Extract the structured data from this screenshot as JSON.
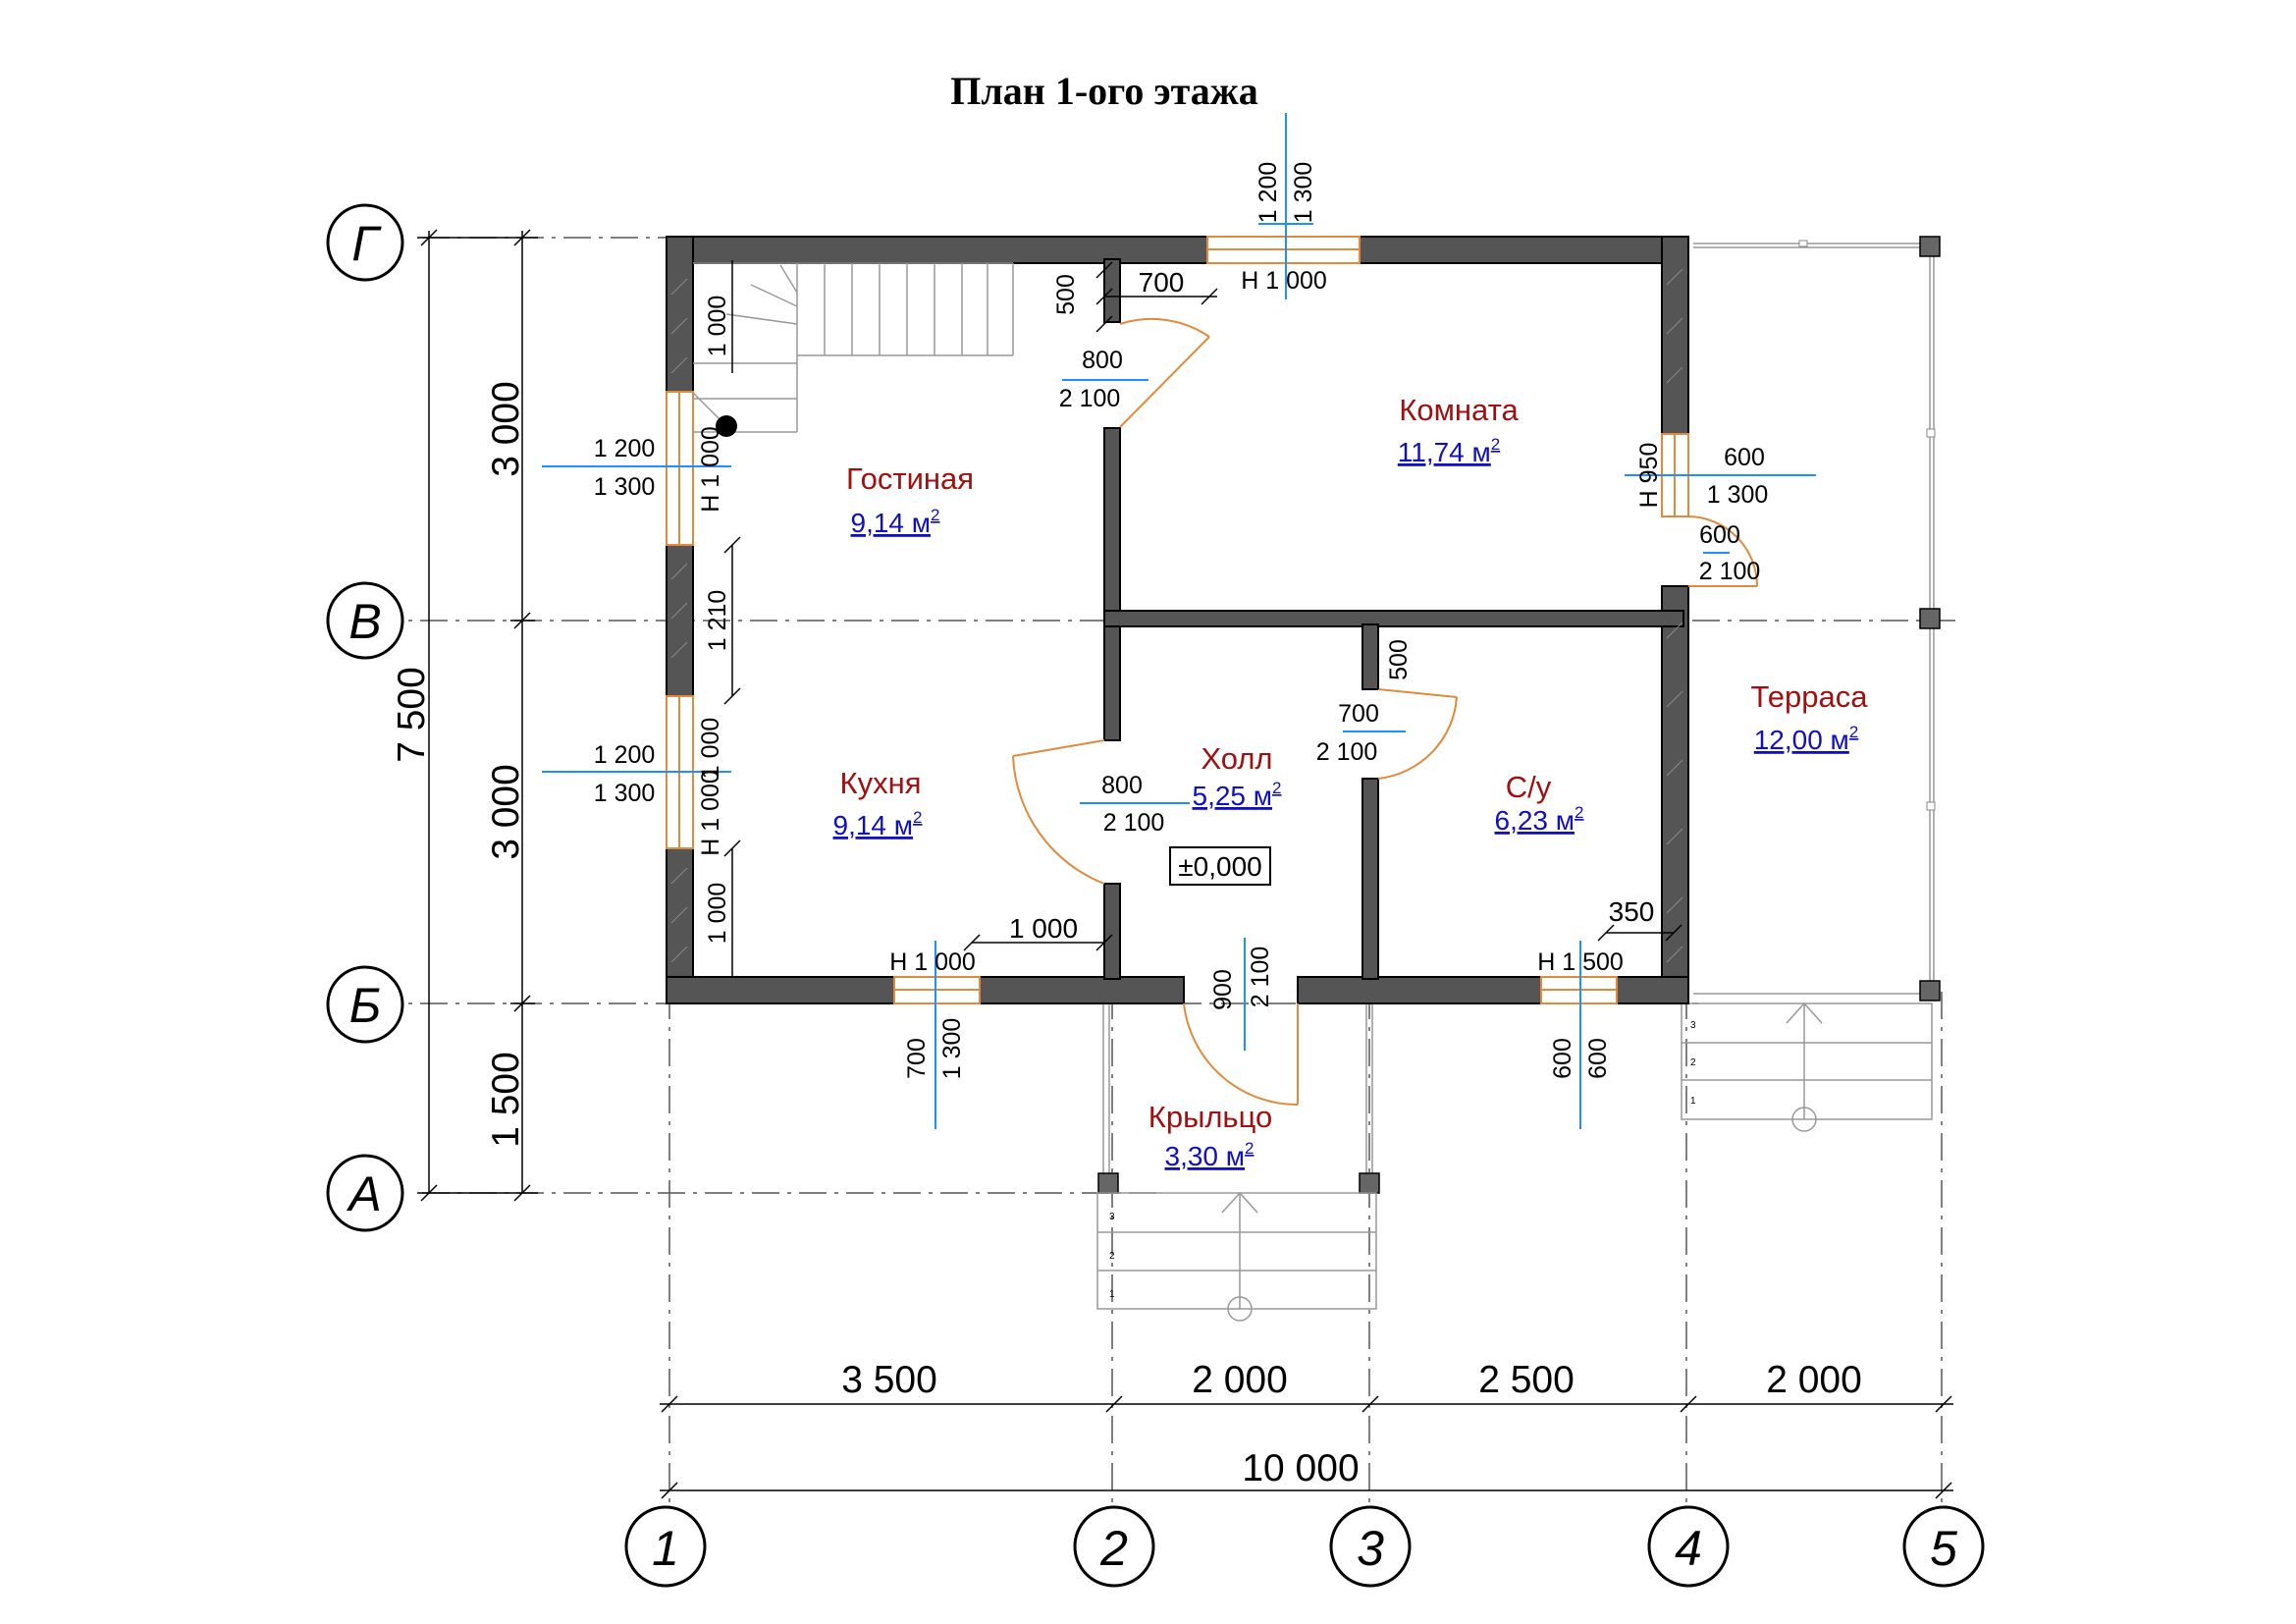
{
  "title": "План 1-ого этажа",
  "axes": {
    "rows": [
      "Г",
      "В",
      "Б",
      "А"
    ],
    "cols": [
      "1",
      "2",
      "3",
      "4",
      "5"
    ]
  },
  "dimensions": {
    "left": {
      "top": "3 000",
      "middle": "3 000",
      "bottom": "1 500",
      "total": "7 500"
    },
    "bottom": {
      "d12": "3 500",
      "d23": "2 000",
      "d34": "2 500",
      "d45": "2 000",
      "total": "10 000"
    }
  },
  "rooms": [
    {
      "name": "Гостиная",
      "area": "9,14 м",
      "sup": "2"
    },
    {
      "name": "Комната",
      "area": "11,74 м",
      "sup": "2"
    },
    {
      "name": "Кухня",
      "area": "9,14 м",
      "sup": "2"
    },
    {
      "name": "Холл",
      "area": "5,25 м",
      "sup": "2"
    },
    {
      "name": "С/у",
      "area": "6,23 м",
      "sup": "2"
    },
    {
      "name": "Терраса",
      "area": "12,00 м",
      "sup": "2"
    },
    {
      "name": "Крыльцо",
      "area": "3,30 м",
      "sup": "2"
    }
  ],
  "level_mark": "±0,000",
  "labels": {
    "w_top_1200": "1 200",
    "w_top_1300": "1 300",
    "w_top_h": "Н  1 000",
    "w_top_700": "700",
    "stair_1000": "1 000",
    "d_500_top": "500",
    "d_800_top": "800",
    "d_2100_top": "2 100",
    "w_l1_1200": "1 200",
    "w_l1_1300": "1 300",
    "w_l1_h": "Н  1 000",
    "d_1210": "1 210",
    "w_l2_1200": "1 200",
    "w_l2_1300": "1 300",
    "w_l2_h": "Н  1 000",
    "w_l2_1000": "1 000",
    "d_1000_left": "1 000",
    "w_r_h": "Н  950",
    "w_r_600": "600",
    "w_r_1300": "1 300",
    "d_r_600": "600",
    "d_r_2100": "2 100",
    "d_hall_800": "800",
    "d_hall_2100": "2 100",
    "d_500_bath": "500",
    "d_700_bath": "700",
    "d_2100_bath": "2 100",
    "d_1000_mid": "1 000",
    "d_350": "350",
    "w_b1_h": "Н  1 000",
    "w_b1_700": "700",
    "w_b1_1300": "1 300",
    "d_ent_900": "900",
    "d_ent_2100": "2 100",
    "w_b2_h": "Н  1 500",
    "w_b2_600a": "600",
    "w_b2_600b": "600",
    "step_1": "1",
    "step_2": "2",
    "step_3": "3"
  }
}
